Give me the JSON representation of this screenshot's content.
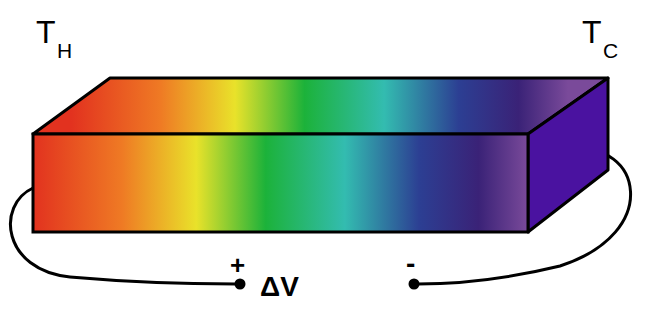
{
  "diagram": {
    "labels": [
      "T",
      "H",
      "T",
      "C",
      "+",
      "ΔV",
      "-"
    ]
  }
}
